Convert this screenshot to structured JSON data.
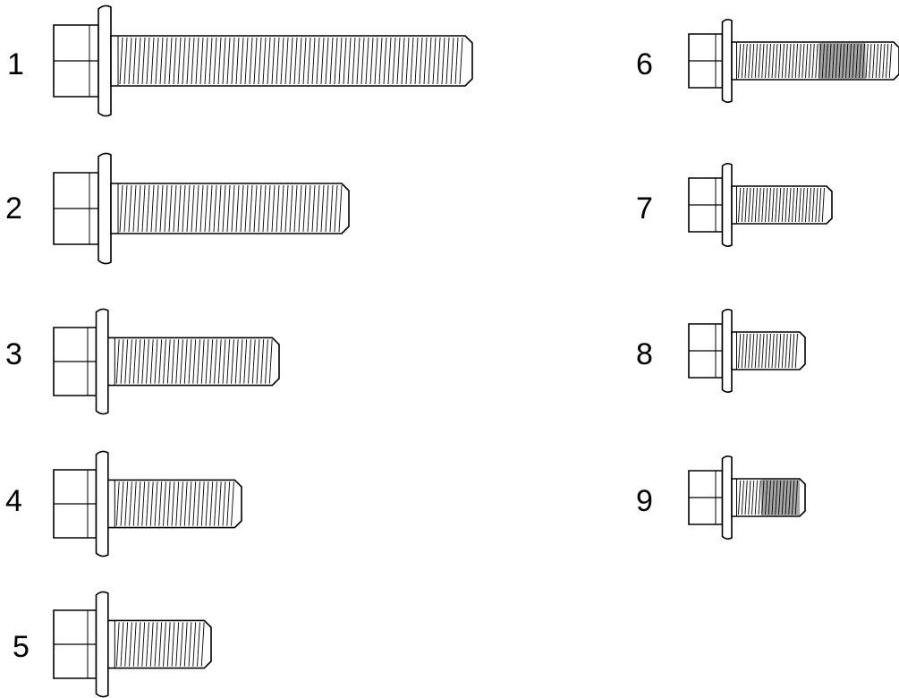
{
  "diagram": {
    "line_color": "#000000",
    "background": "#ffffff",
    "bolts": [
      {
        "label": "1",
        "relative_length": 1.0,
        "head_size": 1.0,
        "shaded_segment": null
      },
      {
        "label": "2",
        "relative_length": 0.66,
        "head_size": 1.0,
        "shaded_segment": null
      },
      {
        "label": "3",
        "relative_length": 0.47,
        "head_size": 0.95,
        "shaded_segment": null
      },
      {
        "label": "4",
        "relative_length": 0.37,
        "head_size": 0.95,
        "shaded_segment": null
      },
      {
        "label": "5",
        "relative_length": 0.29,
        "head_size": 0.95,
        "shaded_segment": null
      },
      {
        "label": "6",
        "relative_length": 0.48,
        "head_size": 0.75,
        "shaded_segment": [
          0.52,
          0.8
        ]
      },
      {
        "label": "7",
        "relative_length": 0.29,
        "head_size": 0.75,
        "shaded_segment": null
      },
      {
        "label": "8",
        "relative_length": 0.2,
        "head_size": 0.75,
        "shaded_segment": null
      },
      {
        "label": "9",
        "relative_length": 0.2,
        "head_size": 0.75,
        "shaded_segment": [
          0.4,
          1.0
        ]
      }
    ]
  }
}
